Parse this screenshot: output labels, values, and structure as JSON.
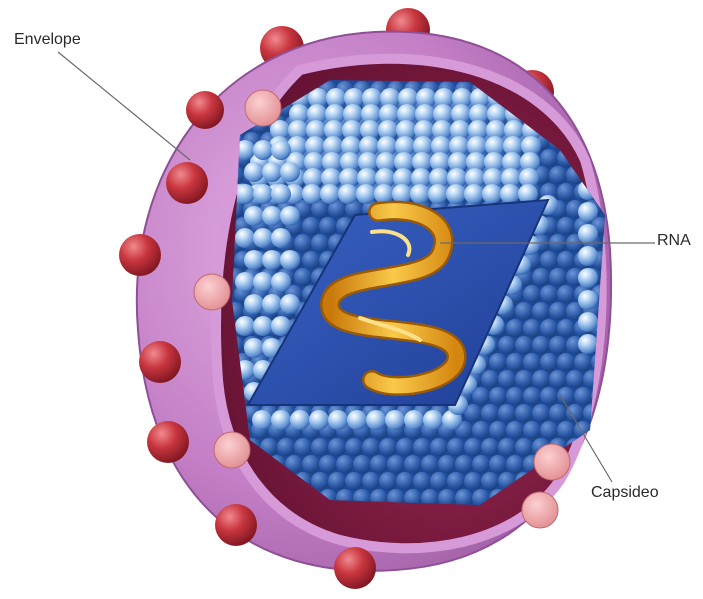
{
  "labels": {
    "envelope": "Envelope",
    "rna": "RNA",
    "capsid": "Capsideo"
  },
  "colors": {
    "envelope_outer": "#c47fc6",
    "envelope_rim": "#b46bb6",
    "envelope_inner": "#7a1a3e",
    "spike": "#c9363f",
    "spike_cut": "#f0a3a6",
    "capsomere": "#8cb8e8",
    "capsid_dark": "#1f4f9e",
    "capsid_face": "#2d4fb0",
    "rna_ribbon": "#f0a422",
    "leader_line": "#6a6a6a"
  },
  "icons": {
    "spike": "glycoprotein-spike-icon",
    "capsomere": "capsomere-sphere-icon",
    "rna": "rna-helix-icon"
  }
}
